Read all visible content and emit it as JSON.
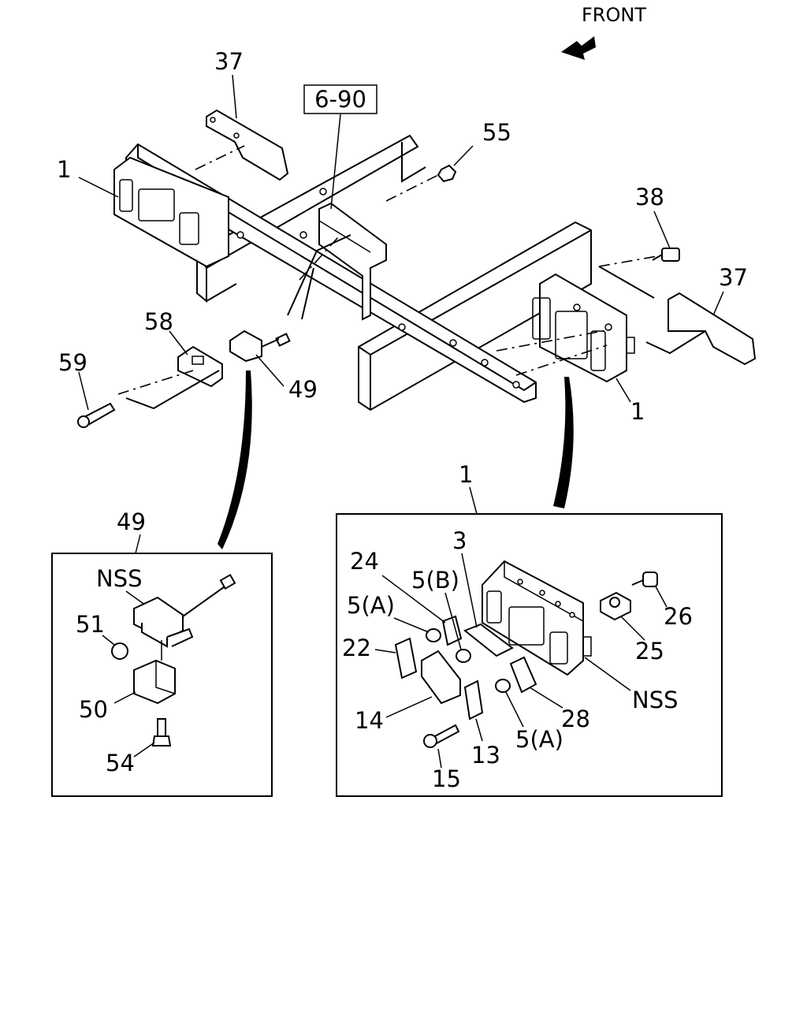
{
  "front_label": "FRONT",
  "ref_box": "6-90",
  "main_callouts": {
    "c37_left": "37",
    "c1_left": "1",
    "c55": "55",
    "c38": "38",
    "c37_right": "37",
    "c58": "58",
    "c59": "59",
    "c49": "49",
    "c1_right": "1"
  },
  "detail_49": {
    "title": "49",
    "nss": "NSS",
    "c51": "51",
    "c50": "50",
    "c54": "54"
  },
  "detail_1": {
    "title": "1",
    "c3": "3",
    "c24": "24",
    "c5b": "5(B)",
    "c5a_top": "5(A)",
    "c22": "22",
    "c14": "14",
    "c15": "15",
    "c13": "13",
    "c5a_bottom": "5(A)",
    "c28": "28",
    "nss": "NSS",
    "c25": "25",
    "c26": "26"
  }
}
